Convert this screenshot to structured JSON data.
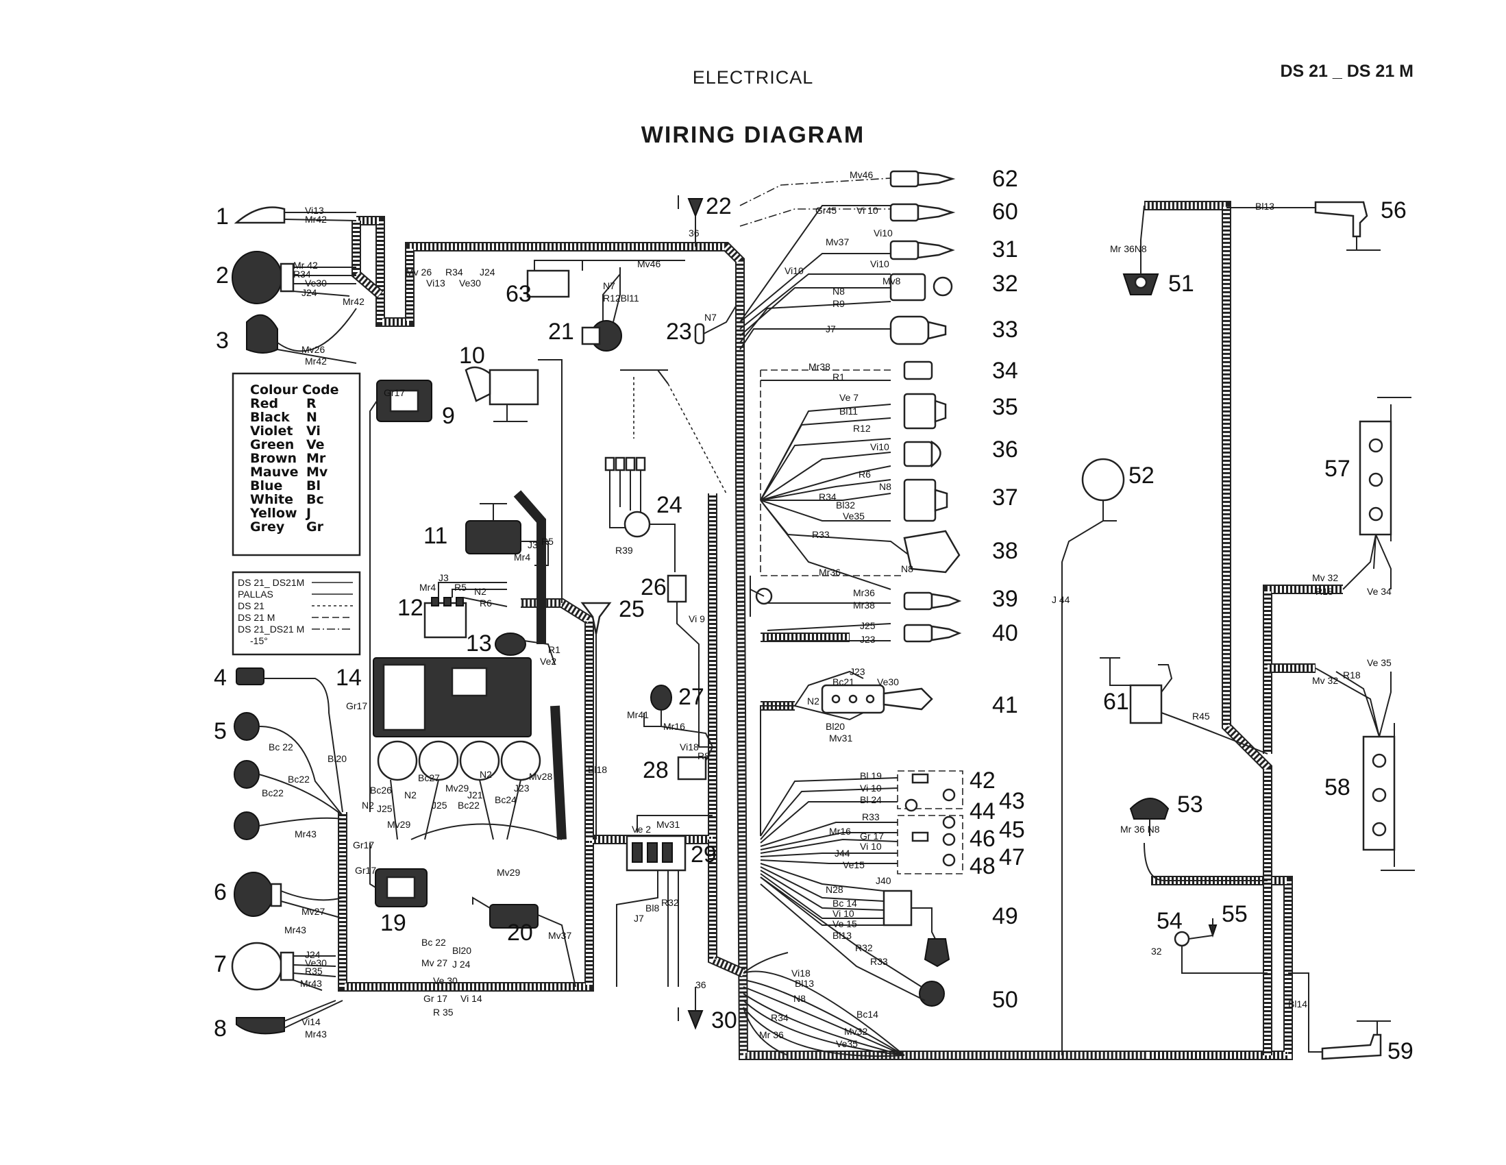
{
  "header": {
    "section": "ELECTRICAL",
    "model": "DS 21 _ DS 21 M",
    "title": "WIRING DIAGRAM"
  },
  "colour_code": {
    "title": "Colour Code",
    "entries": [
      {
        "colour": "Red",
        "code": "R"
      },
      {
        "colour": "Black",
        "code": "N"
      },
      {
        "colour": "Violet",
        "code": "Vi"
      },
      {
        "colour": "Green",
        "code": "Ve"
      },
      {
        "colour": "Brown",
        "code": "Mr"
      },
      {
        "colour": "Mauve",
        "code": "Mv"
      },
      {
        "colour": "Blue",
        "code": "Bl"
      },
      {
        "colour": "White",
        "code": "Bc"
      },
      {
        "colour": "Yellow",
        "code": "J"
      },
      {
        "colour": "Grey",
        "code": "Gr"
      }
    ]
  },
  "line_key": {
    "entries": [
      {
        "label": "DS 21_ DS21M",
        "style": "solid"
      },
      {
        "label": "PALLAS",
        "style": "solid"
      },
      {
        "label": "DS 21",
        "style": "cross"
      },
      {
        "label": "DS 21 M",
        "style": "dash"
      },
      {
        "label": "DS 21_DS21 M",
        "style": "dashdot"
      },
      {
        "label": "-15°",
        "style": "none"
      }
    ]
  },
  "components": {
    "c1": "1",
    "c2": "2",
    "c3": "3",
    "c4": "4",
    "c5": "5",
    "c6": "6",
    "c7": "7",
    "c8": "8",
    "c9": "9",
    "c10": "10",
    "c11": "11",
    "c12": "12",
    "c13": "13",
    "c14": "14",
    "c19": "19",
    "c20": "20",
    "c21": "21",
    "c22": "22",
    "c23": "23",
    "c24": "24",
    "c25": "25",
    "c26": "26",
    "c27": "27",
    "c28": "28",
    "c29": "29",
    "c30": "30",
    "c31": "31",
    "c32": "32",
    "c33": "33",
    "c34": "34",
    "c35": "35",
    "c36": "36",
    "c37": "37",
    "c38": "38",
    "c39": "39",
    "c40": "40",
    "c41": "41",
    "c42": "42",
    "c43": "43",
    "c44": "44",
    "c45": "45",
    "c46": "46",
    "c47": "47",
    "c48": "48",
    "c49": "49",
    "c50": "50",
    "c51": "51",
    "c52": "52",
    "c53": "53",
    "c54": "54",
    "c55": "55",
    "c56": "56",
    "c57": "57",
    "c58": "58",
    "c59": "59",
    "c60": "60",
    "c61": "61",
    "c62": "62",
    "c63": "63"
  },
  "wire_labels": {
    "w_vi13a": "Vi13",
    "w_mr42a": "Mr42",
    "w_mr42b": "Mr 42",
    "w_r34a": "R34",
    "w_ve30a": "Ve30",
    "w_j24a": "J24",
    "w_mr42c": "Mr42",
    "w_mv26a": "Mv26",
    "w_mr42d": "Mr42",
    "w_mv26b": "Mv 26",
    "w_r34b": "R34",
    "w_j24b": "J24",
    "w_vi13b": "Vi13",
    "w_ve30b": "Ve30",
    "w_mv46a": "Mv46",
    "w_n7a": "N7",
    "w_r12bl11": "R12Bl11",
    "w_36a": "36",
    "w_n7b": "N7",
    "w_mv46b": "Mv46",
    "w_gr45": "Gr45",
    "w_vi10a": "Vi 10",
    "w_vi10b": "Vi10",
    "w_vi10c": "Vi10",
    "w_mv37a": "Mv37",
    "w_vi10d": "Vi10",
    "w_mv8": "Mv8",
    "w_n8a": "N8",
    "w_r9": "R9",
    "w_j7a": "J7",
    "w_mr38a": "Mr38",
    "w_r1a": "R1",
    "w_ve7": "Ve 7",
    "w_bl11": "Bl11",
    "w_r12": "R12",
    "w_vi10e": "Vi10",
    "w_r6a": "R6",
    "w_n8b": "N8",
    "w_r34c": "R34",
    "w_bl32": "Bl32",
    "w_ve35a": "Ve35",
    "w_r33a": "R33",
    "w_n8c": "N8",
    "w_mr36a": "Mr36",
    "w_mr36b": "Mr36",
    "w_mr38b": "Mr38",
    "w_j25a": "J25",
    "w_j23a": "J23",
    "w_bc21": "Bc21",
    "w_j23b": "J23",
    "w_ve30c": "Ve30",
    "w_n2a": "N2",
    "w_bl20a": "Bl20",
    "w_mv31a": "Mv31",
    "w_r1b": "R1",
    "w_gr17a": "Gr17",
    "w_j3a": "J3",
    "w_r5a": "R5",
    "w_mr4a": "Mr4",
    "w_j3b": "J3",
    "w_mr4b": "Mr4",
    "w_r5b": "R5",
    "w_n2b": "N2",
    "w_r6b": "R6",
    "w_r39": "R39",
    "w_vi9": "Vi 9",
    "w_r1c": "R1",
    "w_ve2a": "Ve2",
    "w_gr17b": "Gr17",
    "w_bc22a": "Bc 22",
    "w_bc22b": "Bc22",
    "w_bc22c": "Bc22",
    "w_bl20b": "Bl20",
    "w_mr43a": "Mr43",
    "w_gr17c": "Gr17",
    "w_gr17d": "Gr17",
    "w_mv27a": "Mv27",
    "w_mr43b": "Mr43",
    "w_bc26": "Bc26",
    "w_n2c": "N2",
    "w_j25b": "J25",
    "w_mv29a": "Mv29",
    "w_bc27": "Bc27",
    "w_n2d": "N2",
    "w_j25c": "J25",
    "w_mv29b": "Mv29",
    "w_j21": "J21",
    "w_bc22d": "Bc22",
    "w_n2e": "N2",
    "w_bc24": "Bc24",
    "w_j23c": "J23",
    "w_mv28": "Mv28",
    "w_bl18": "Bl18",
    "w_mv29c": "Mv29",
    "w_mr41": "Mr41",
    "w_mr16a": "Mr16",
    "w_vi18a": "Vi18",
    "w_r8": "R8",
    "w_ve2b": "Ve 2",
    "w_mv31b": "Mv31",
    "w_bl8": "Bl8",
    "w_r32a": "R32",
    "w_j7b": "J7",
    "w_mv37b": "Mv37",
    "w_bc22e": "Bc 22",
    "w_bl20c": "Bl20",
    "w_mv27b": "Mv 27",
    "w_j24c": "J 24",
    "w_ve30d": "Ve 30",
    "w_gr17e": "Gr 17",
    "w_vi14a": "Vi 14",
    "w_r35a": "R 35",
    "w_j24d": "J24",
    "w_ve30e": "Ve30",
    "w_r35b": "R35",
    "w_mr43c": "Mr43",
    "w_vi14b": "Vi14",
    "w_mr43d": "Mr43",
    "w_36b": "36",
    "w_bl19": "Bl 19",
    "w_vi10f": "Vi 10",
    "w_bl24": "Bl 24",
    "w_r33b": "R33",
    "w_mr16b": "Mr16",
    "w_gr17f": "Gr 17",
    "w_vi10g": "Vi 10",
    "w_j44a": "J44",
    "w_ve15a": "Ve15",
    "w_j40": "J40",
    "w_n28": "N28",
    "w_bc14a": "Bc 14",
    "w_vi10h": "Vi 10",
    "w_ve15b": "Ve 15",
    "w_bl13a": "Bl13",
    "w_r32b": "R32",
    "w_r33c": "R33",
    "w_vi18b": "Vi18",
    "w_bl13b": "Bl13",
    "w_n8d": "N8",
    "w_bc14b": "Bc14",
    "w_r34d": "R34",
    "w_mr36c": "Mr 36",
    "w_mv32a": "Mv32",
    "w_ve35b": "Ve35",
    "w_bl13c": "Bl13",
    "w_mr36n8a": "Mr 36N8",
    "w_j44b": "J 44",
    "w_mv32b": "Mv 32",
    "w_r18a": "R18",
    "w_ve34": "Ve 34",
    "w_ve35c": "Ve 35",
    "w_mv32c": "Mv 32",
    "w_r18b": "R18",
    "w_r45": "R45",
    "w_mr36n8b": "Mr 36 N8",
    "w_32": "32",
    "w_bl14": "Bl14"
  }
}
